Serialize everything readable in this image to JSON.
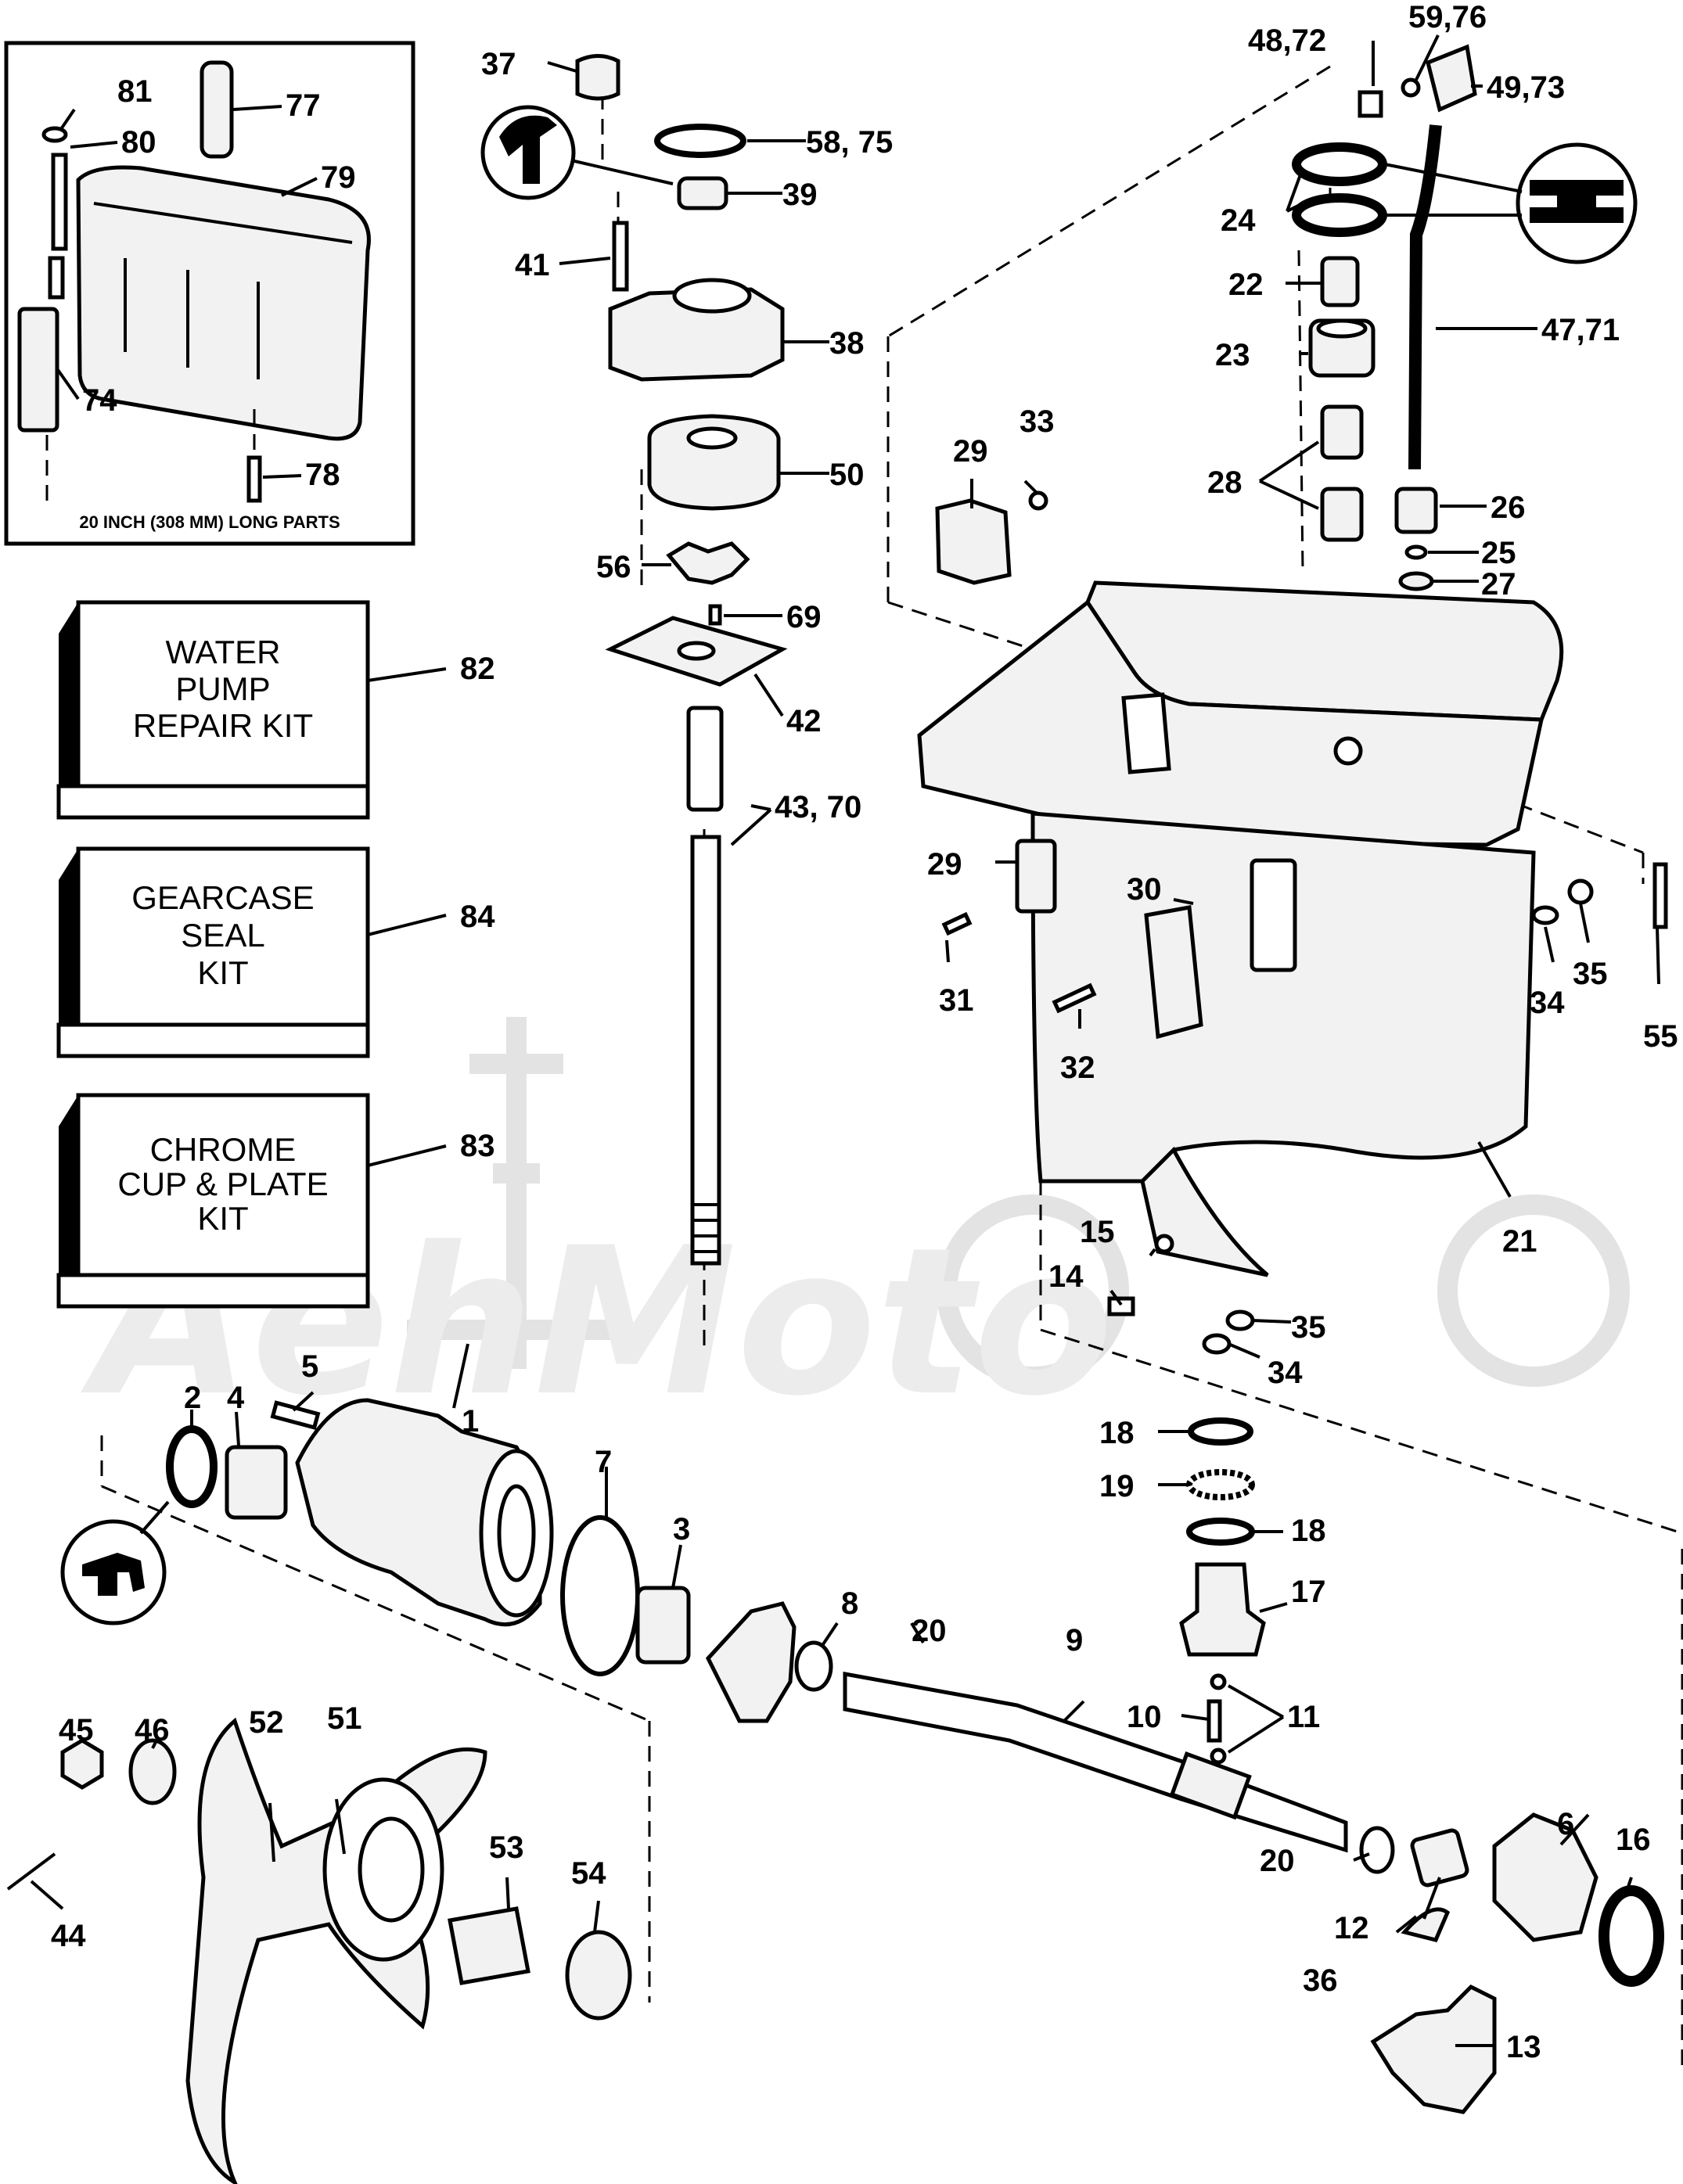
{
  "inset": {
    "caption": "20 INCH (308 MM) LONG PARTS",
    "labels": [
      "81",
      "77",
      "80",
      "79",
      "74",
      "78"
    ]
  },
  "kits": [
    {
      "lines": [
        "WATER",
        "PUMP",
        "REPAIR KIT"
      ],
      "number": "82"
    },
    {
      "lines": [
        "GEARCASE",
        "SEAL",
        "KIT"
      ],
      "number": "84"
    },
    {
      "lines": [
        "CHROME",
        "CUP & PLATE",
        "KIT"
      ],
      "number": "83"
    }
  ],
  "watermark": {
    "text": "AehMoto"
  },
  "labels": {
    "p37": "37",
    "p58_75": "58, 75",
    "p39": "39",
    "p41": "41",
    "p38": "38",
    "p50": "50",
    "p56": "56",
    "p69": "69",
    "p42": "42",
    "p43_70": "43, 70",
    "p48_72": "48,72",
    "p59_76": "59,76",
    "p49_73": "49,73",
    "p24": "24",
    "p22": "22",
    "p23": "23",
    "p47_71": "47,71",
    "p28": "28",
    "p26": "26",
    "p25": "25",
    "p27": "27",
    "p29a": "29",
    "p33": "33",
    "p29b": "29",
    "p30": "30",
    "p31": "31",
    "p32": "32",
    "p34a": "34",
    "p35a": "35",
    "p55": "55",
    "p21": "21",
    "p15": "15",
    "p14": "14",
    "p35b": "35",
    "p34b": "34",
    "p2": "2",
    "p4": "4",
    "p5": "5",
    "p1": "1",
    "p7": "7",
    "p3": "3",
    "p8": "8",
    "p20a": "20",
    "p9": "9",
    "p18a": "18",
    "p19": "19",
    "p18b": "18",
    "p17": "17",
    "p10": "10",
    "p11": "11",
    "p45": "45",
    "p46": "46",
    "p52": "52",
    "p51": "51",
    "p53": "53",
    "p54": "54",
    "p44": "44",
    "p20b": "20",
    "p12": "12",
    "p6": "6",
    "p16": "16",
    "p36": "36",
    "p13": "13"
  }
}
